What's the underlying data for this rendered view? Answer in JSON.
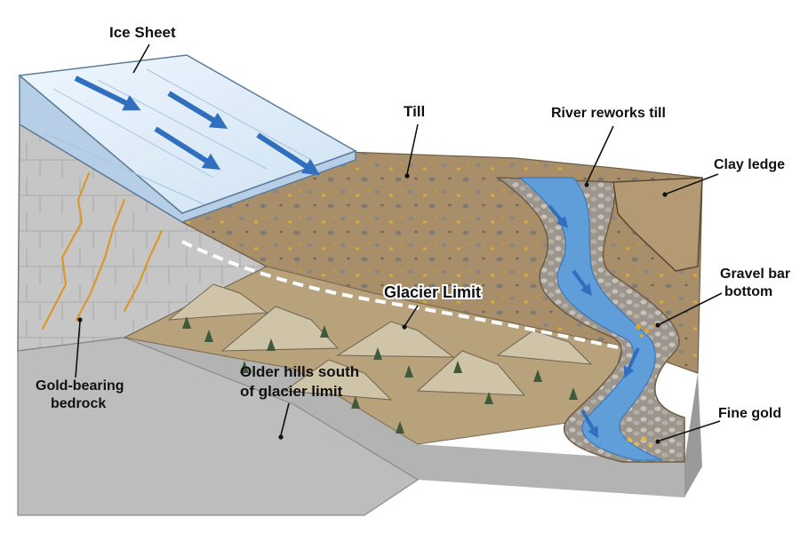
{
  "labels": {
    "ice_sheet": "Ice Sheet",
    "till": "Till",
    "river": "River reworks till",
    "clay_ledge": "Clay ledge",
    "glacier_limit": "Glacier Limit",
    "gravel_bar_line1": "Gravel bar",
    "gravel_bar_line2": "bottom",
    "older_hills_line1": "Older  hills south",
    "older_hills_line2": "of glacier limit",
    "gold_bedrock_line1": "Gold-bearing",
    "gold_bedrock_line2": "bedrock",
    "fine_gold": "Fine gold"
  },
  "colors": {
    "ice": "#dcebf8",
    "ice_flow_arrow": "#2f6fbe",
    "till": "#a88f6a",
    "river": "#5f9ed8",
    "bedrock": "#c9c9c9",
    "hills": "#b8a27c",
    "gold": "#e0a52a",
    "glacier_limit_line": "#ffffff"
  },
  "icons": [
    "ice-flow-arrow",
    "conifer-tree",
    "pebble",
    "gold-nugget",
    "river-flow-arrow"
  ]
}
